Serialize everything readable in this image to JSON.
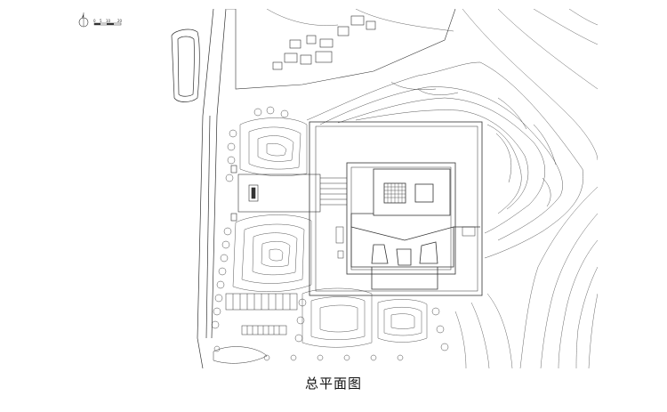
{
  "caption": "总平面图",
  "scale_bar": {
    "ticks": [
      "0",
      "5",
      "10",
      "20"
    ]
  },
  "icons": {
    "north": "north-arrow-icon"
  },
  "colors": {
    "line": "#333333",
    "background": "#ffffff",
    "hatch": "#555555"
  }
}
